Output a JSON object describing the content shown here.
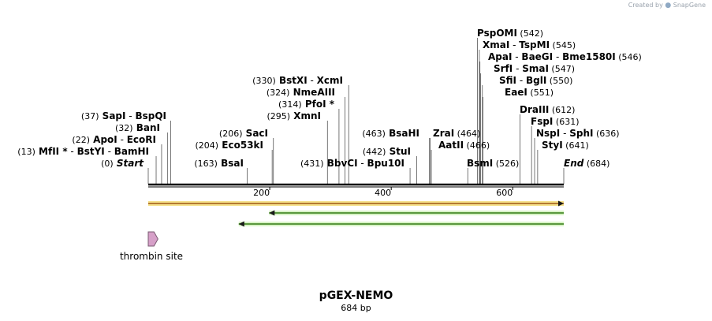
{
  "credit": {
    "prefix": "Created by",
    "brand": "SnapGene"
  },
  "plasmid": {
    "name": "pGEX-NEMO",
    "size_label": "684 bp",
    "length": 684
  },
  "ruler": {
    "ticks": [
      200,
      400,
      600
    ]
  },
  "sites": [
    {
      "parts": [
        [
          "name",
          "PspOMI"
        ],
        [
          "num",
          "(542)"
        ]
      ],
      "pos": 542
    },
    {
      "parts": [
        [
          "name",
          "XmaI"
        ],
        [
          "sep",
          " - "
        ],
        [
          "name",
          "TspMI"
        ],
        [
          "num",
          "(545)"
        ]
      ],
      "pos": 545
    },
    {
      "parts": [
        [
          "name",
          "ApaI"
        ],
        [
          "sep",
          " - "
        ],
        [
          "name",
          "BaeGI"
        ],
        [
          "sep",
          " - "
        ],
        [
          "name",
          "Bme1580I"
        ],
        [
          "num",
          "(546)"
        ]
      ],
      "pos": 546
    },
    {
      "parts": [
        [
          "name",
          "SrfI"
        ],
        [
          "sep",
          " - "
        ],
        [
          "name",
          "SmaI"
        ],
        [
          "num",
          "(547)"
        ]
      ],
      "pos": 547
    },
    {
      "parts": [
        [
          "name",
          "SfiI"
        ],
        [
          "sep",
          " - "
        ],
        [
          "name",
          "BglI"
        ],
        [
          "num",
          "(550)"
        ]
      ],
      "pos": 550
    },
    {
      "parts": [
        [
          "name",
          "EaeI"
        ],
        [
          "num",
          "(551)"
        ]
      ],
      "pos": 551
    },
    {
      "parts": [
        [
          "num",
          "(330)"
        ],
        [
          "name",
          "BstXI"
        ],
        [
          "sep",
          " - "
        ],
        [
          "name",
          "XcmI"
        ]
      ],
      "pos": 330
    },
    {
      "parts": [
        [
          "num",
          "(324)"
        ],
        [
          "name",
          "NmeAIII"
        ]
      ],
      "pos": 324
    },
    {
      "parts": [
        [
          "num",
          "(314)"
        ],
        [
          "name",
          "PfoI"
        ],
        [
          "star",
          " *"
        ]
      ],
      "pos": 314
    },
    {
      "parts": [
        [
          "num",
          "(295)"
        ],
        [
          "name",
          "XmnI"
        ]
      ],
      "pos": 295
    },
    {
      "parts": [
        [
          "name",
          "DraIII"
        ],
        [
          "num",
          "(612)"
        ]
      ],
      "pos": 612
    },
    {
      "parts": [
        [
          "num",
          "(37)"
        ],
        [
          "name",
          "SapI"
        ],
        [
          "sep",
          " - "
        ],
        [
          "name",
          "BspQI"
        ]
      ],
      "pos": 37
    },
    {
      "parts": [
        [
          "name",
          "FspI"
        ],
        [
          "num",
          "(631)"
        ]
      ],
      "pos": 631
    },
    {
      "parts": [
        [
          "num",
          "(32)"
        ],
        [
          "name",
          "BanI"
        ]
      ],
      "pos": 32
    },
    {
      "parts": [
        [
          "num",
          "(206)"
        ],
        [
          "name",
          "SacI"
        ]
      ],
      "pos": 206
    },
    {
      "parts": [
        [
          "num",
          "(463)"
        ],
        [
          "name",
          "BsaHI"
        ]
      ],
      "pos": 463
    },
    {
      "parts": [
        [
          "name",
          "ZraI"
        ],
        [
          "num",
          "(464)"
        ]
      ],
      "pos": 464
    },
    {
      "parts": [
        [
          "name",
          "NspI"
        ],
        [
          "sep",
          " - "
        ],
        [
          "name",
          "SphI"
        ],
        [
          "num",
          "(636)"
        ]
      ],
      "pos": 636
    },
    {
      "parts": [
        [
          "num",
          "(22)"
        ],
        [
          "name",
          "ApoI"
        ],
        [
          "sep",
          " - "
        ],
        [
          "name",
          "EcoRI"
        ]
      ],
      "pos": 22
    },
    {
      "parts": [
        [
          "num",
          "(204)"
        ],
        [
          "name",
          "Eco53kI"
        ]
      ],
      "pos": 204
    },
    {
      "parts": [
        [
          "name",
          "AatII"
        ],
        [
          "num",
          "(466)"
        ]
      ],
      "pos": 466
    },
    {
      "parts": [
        [
          "name",
          "StyI"
        ],
        [
          "num",
          "(641)"
        ]
      ],
      "pos": 641
    },
    {
      "parts": [
        [
          "num",
          "(13)"
        ],
        [
          "name",
          "MfII"
        ],
        [
          "star",
          " *"
        ],
        [
          "sep",
          " - "
        ],
        [
          "name",
          "BstYI"
        ],
        [
          "sep",
          " - "
        ],
        [
          "name",
          "BamHI"
        ]
      ],
      "pos": 13
    },
    {
      "parts": [
        [
          "num",
          "(442)"
        ],
        [
          "name",
          "StuI"
        ]
      ],
      "pos": 442
    },
    {
      "parts": [
        [
          "num",
          "(0)"
        ],
        [
          "italic",
          "Start"
        ]
      ],
      "pos": 0
    },
    {
      "parts": [
        [
          "num",
          "(163)"
        ],
        [
          "name",
          "BsaI"
        ]
      ],
      "pos": 163
    },
    {
      "parts": [
        [
          "num",
          "(431)"
        ],
        [
          "name",
          "BbvCI"
        ],
        [
          "sep",
          " - "
        ],
        [
          "name",
          "Bpu10I"
        ]
      ],
      "pos": 431
    },
    {
      "parts": [
        [
          "name",
          "BsmI"
        ],
        [
          "num",
          "(526)"
        ]
      ],
      "pos": 526
    },
    {
      "parts": [
        [
          "italic",
          "End"
        ],
        [
          "num",
          "(684)"
        ]
      ],
      "pos": 684
    }
  ],
  "features": [
    {
      "type": "orange-arrow",
      "start": 0,
      "end": 684,
      "direction": "forward",
      "color": "#e8993a"
    },
    {
      "type": "green-arrow",
      "start": 199,
      "end": 684,
      "direction": "reverse",
      "color": "#6fc24a"
    },
    {
      "type": "green-arrow",
      "start": 149,
      "end": 684,
      "direction": "reverse",
      "color": "#6fc24a"
    },
    {
      "type": "site-marker",
      "label": "thrombin site",
      "start": 0,
      "end": 16,
      "color": "#d6a0c8"
    }
  ]
}
